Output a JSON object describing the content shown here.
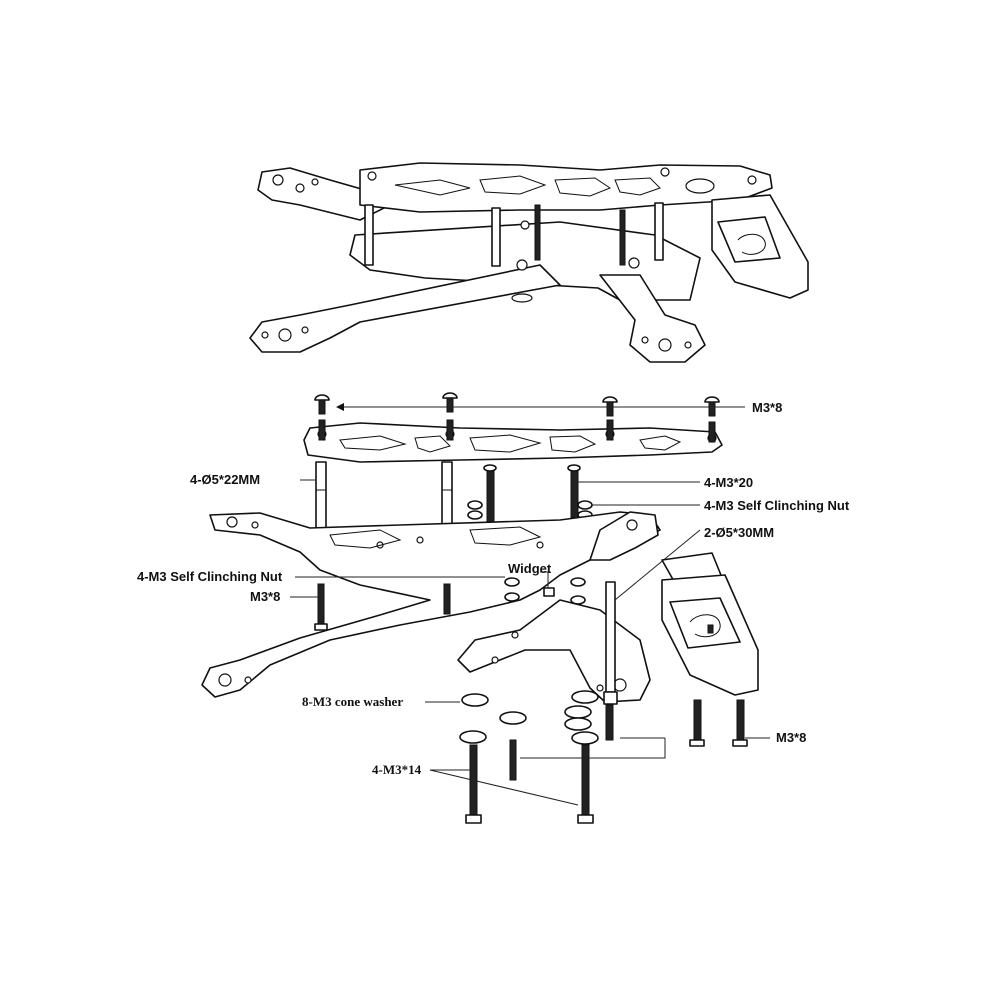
{
  "callouts": {
    "top_screws": "M3*8",
    "standoff_22": "4-Ø5*22MM",
    "screw_20": "4-M3*20",
    "clinch_nut_right": "4-M3 Self Clinching Nut",
    "standoff_30": "2-Ø5*30MM",
    "clinch_nut_left": "4-M3 Self Clinching Nut",
    "widget": "Widget",
    "bottom_screws_left": "M3*8",
    "cone_washer": "8-M3 cone washer",
    "screw_14": "4-M3*14",
    "bottom_screws_right": "M3*8"
  }
}
